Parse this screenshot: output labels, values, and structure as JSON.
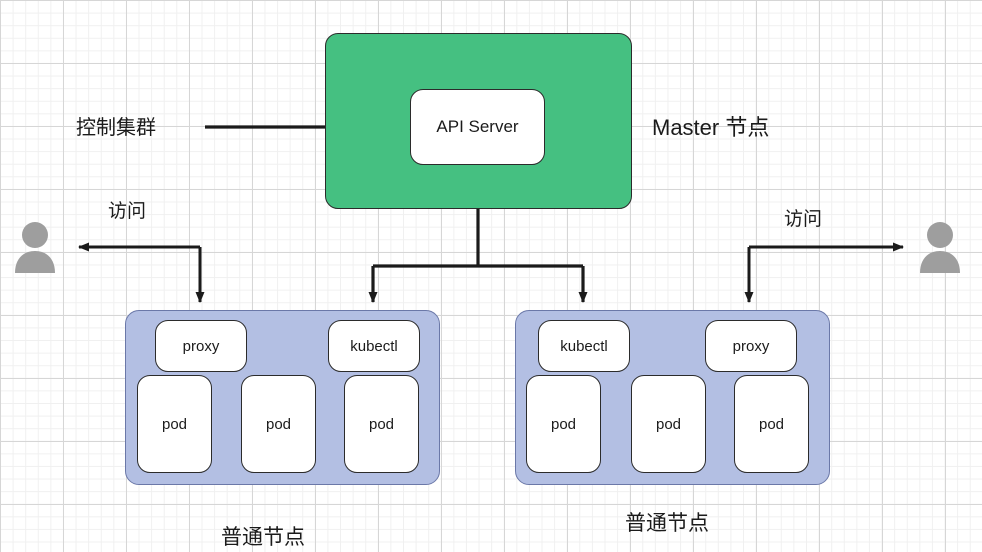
{
  "diagram": {
    "title_text_master": "Master 节点",
    "master": {
      "api_server_label": "API Server",
      "fill_color": "#45c081"
    },
    "labels": {
      "control_cluster": "控制集群",
      "visit_left": "访问",
      "visit_right": "访问",
      "node_left_caption": "普通节点",
      "node_right_caption": "普通节点"
    },
    "nodes": [
      {
        "side": "left",
        "fill_color": "#b3bfe3",
        "services": [
          {
            "label": "proxy"
          },
          {
            "label": "kubectl"
          }
        ],
        "pods": [
          {
            "label": "pod"
          },
          {
            "label": "pod"
          },
          {
            "label": "pod"
          }
        ]
      },
      {
        "side": "right",
        "fill_color": "#b3bfe3",
        "services": [
          {
            "label": "kubectl"
          },
          {
            "label": "proxy"
          }
        ],
        "pods": [
          {
            "label": "pod"
          },
          {
            "label": "pod"
          },
          {
            "label": "pod"
          }
        ]
      }
    ],
    "actors": [
      {
        "name": "user-left",
        "icon": "user-icon",
        "color": "#9e9e9e"
      },
      {
        "name": "user-right",
        "icon": "user-icon",
        "color": "#9e9e9e"
      }
    ],
    "connector_color": "#1b1b1b"
  }
}
